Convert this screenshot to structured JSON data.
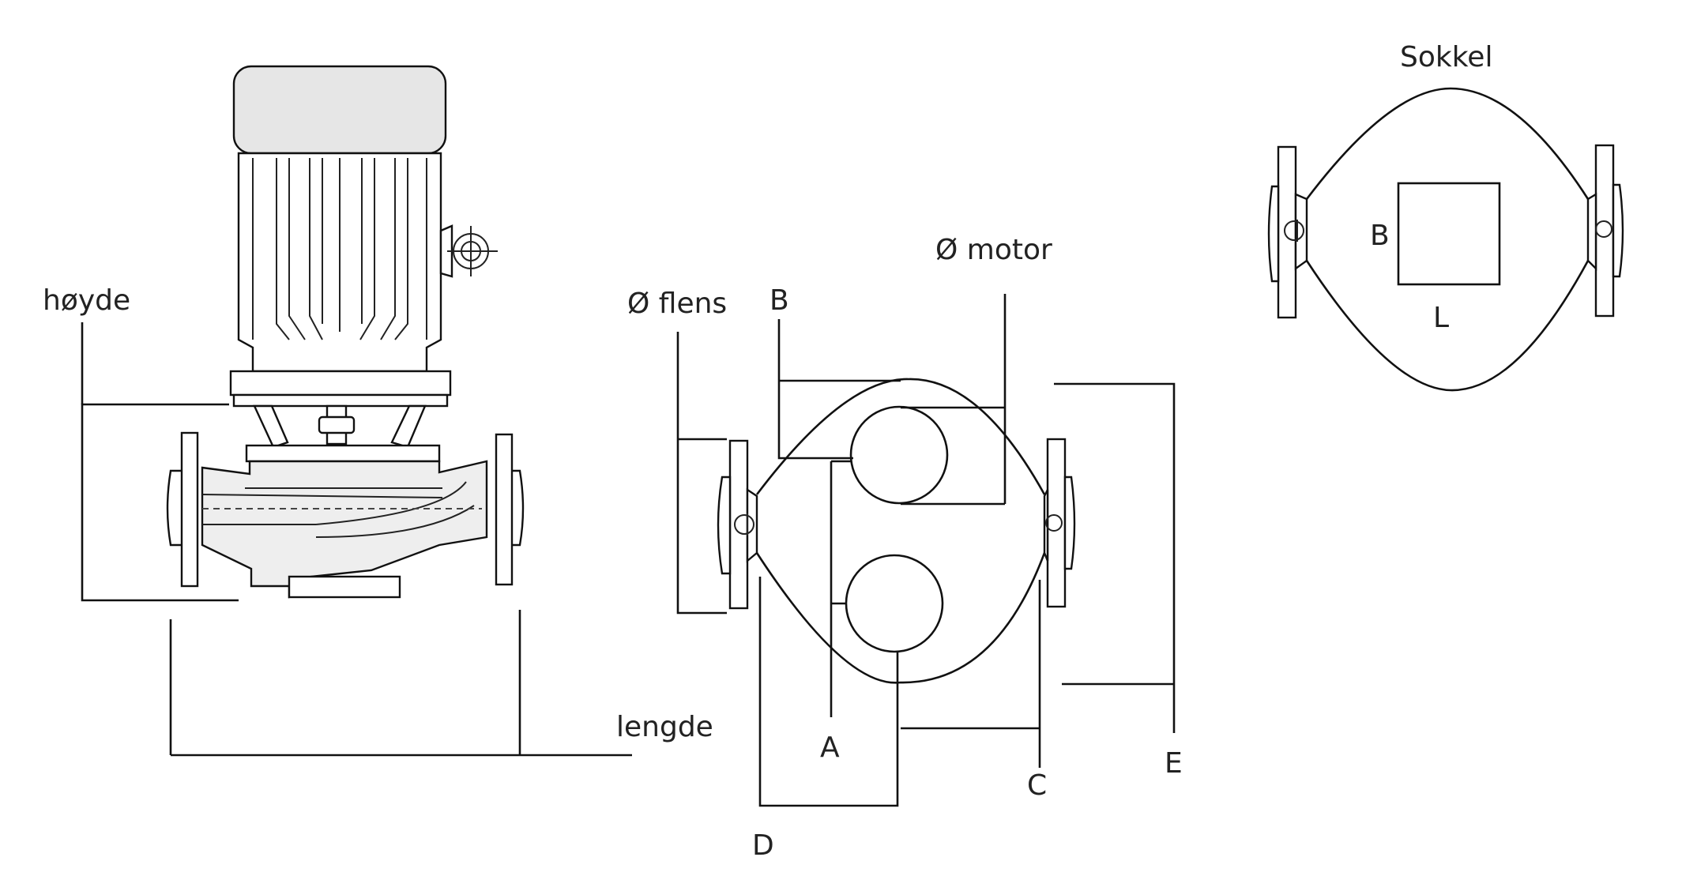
{
  "labels": {
    "height": "høyde",
    "length": "lengde",
    "flange_diameter": "Ø flens",
    "motor_diameter": "Ø motor",
    "A": "A",
    "B": "B",
    "C": "C",
    "D": "D",
    "E": "E",
    "plinth": "Sokkel",
    "plinth_B": "B",
    "plinth_L": "L"
  }
}
